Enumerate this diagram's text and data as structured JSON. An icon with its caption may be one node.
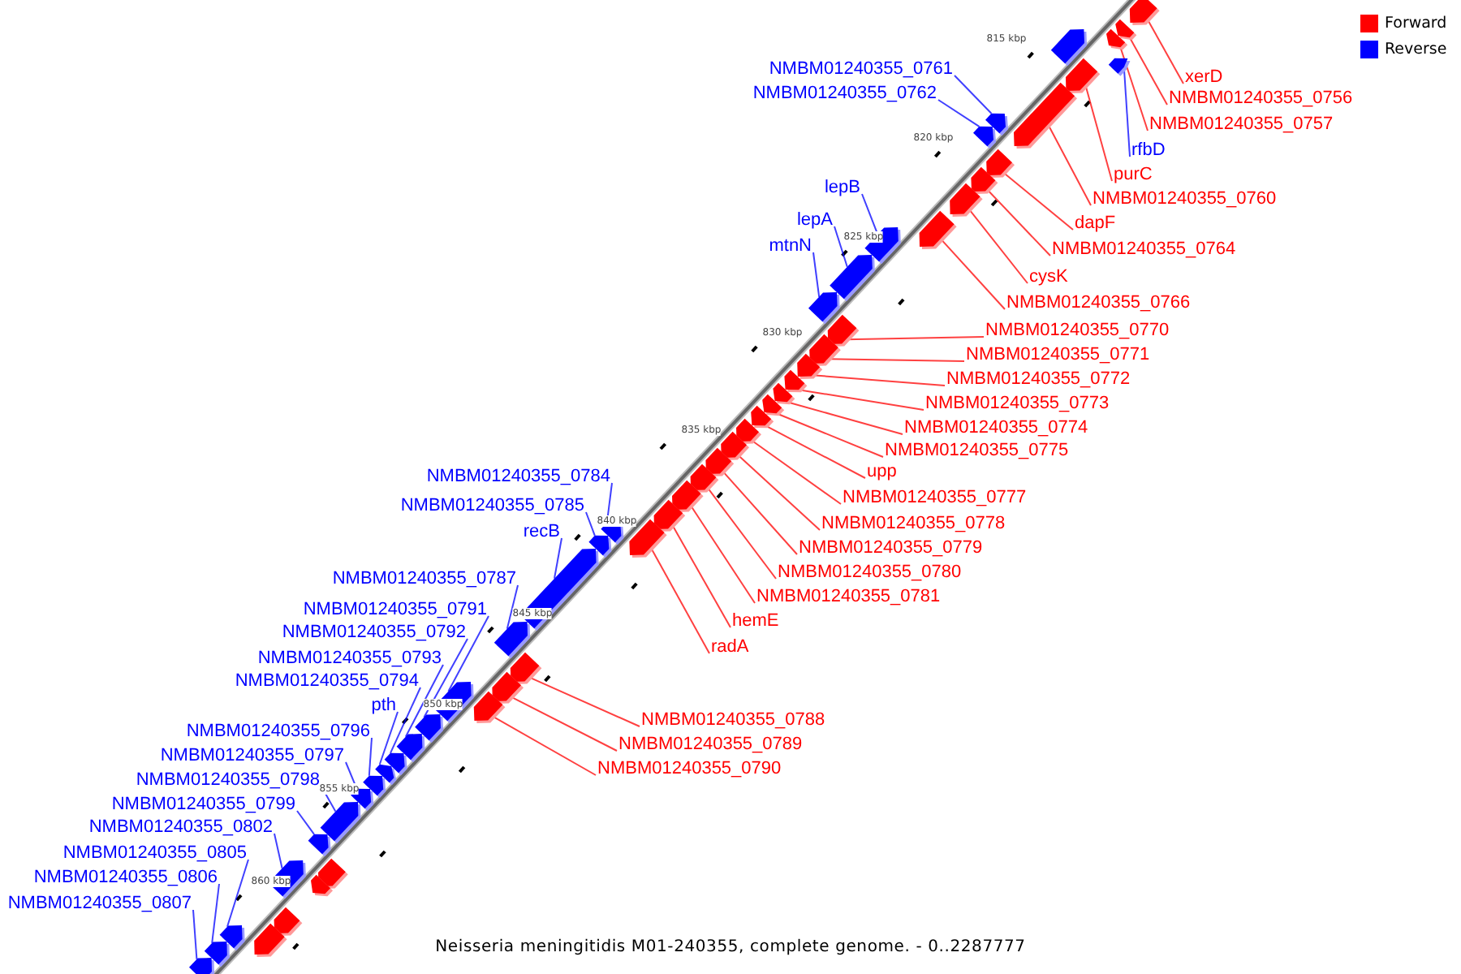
{
  "diagram": {
    "caption": "Neisseria meningitidis M01-240355, complete genome. - 0..2287777",
    "nodes": [
      {
        "text": [
          "NMBM01240355_0761"
        ]
      },
      {
        "text": [
          "xerD"
        ]
      },
      {
        "text": [
          "NMBM01240355_0762"
        ]
      },
      {
        "text": [
          "NMBM01240355_0756"
        ]
      },
      {
        "text": [
          "NMBM01240355_0757"
        ]
      },
      {
        "text": [
          "rfbD"
        ]
      },
      {
        "text": [
          "purC"
        ]
      },
      {
        "text": [
          "lepB"
        ]
      },
      {
        "text": [
          "NMBM01240355_0760"
        ]
      },
      {
        "text": [
          "lepA"
        ]
      },
      {
        "text": [
          "dapF"
        ]
      },
      {
        "text": [
          "mtnN"
        ]
      },
      {
        "text": [
          "NMBM01240355_0764"
        ]
      },
      {
        "text": [
          "cysK"
        ]
      },
      {
        "text": [
          "NMBM01240355_0766"
        ]
      },
      {
        "text": [
          "NMBM01240355_0770"
        ]
      },
      {
        "text": [
          "NMBM01240355_0771"
        ]
      },
      {
        "text": [
          "NMBM01240355_0772"
        ]
      },
      {
        "text": [
          "NMBM01240355_0773"
        ]
      },
      {
        "text": [
          "NMBM01240355_0774"
        ]
      },
      {
        "text": [
          "NMBM01240355_0775"
        ]
      },
      {
        "text": [
          "upp"
        ]
      },
      {
        "text": [
          "NMBM01240355_0784"
        ]
      },
      {
        "text": [
          "NMBM01240355_0777"
        ]
      },
      {
        "text": [
          "NMBM01240355_0785"
        ]
      },
      {
        "text": [
          "NMBM01240355_0778"
        ]
      },
      {
        "text": [
          "recB"
        ]
      },
      {
        "text": [
          "NMBM01240355_0779"
        ]
      },
      {
        "text": [
          "NMBM01240355_0780"
        ]
      },
      {
        "text": [
          "NMBM01240355_0787"
        ]
      },
      {
        "text": [
          "NMBM01240355_0781"
        ]
      },
      {
        "text": [
          "NMBM01240355_0791"
        ]
      },
      {
        "text": [
          "hemE"
        ]
      },
      {
        "text": [
          "NMBM01240355_0792"
        ]
      },
      {
        "text": [
          "radA"
        ]
      },
      {
        "text": [
          "NMBM01240355_0793"
        ]
      },
      {
        "text": [
          "NMBM01240355_0794"
        ]
      },
      {
        "text": [
          "pth"
        ]
      },
      {
        "text": [
          "NMBM01240355_0788"
        ]
      },
      {
        "text": [
          "NMBM01240355_0796"
        ]
      },
      {
        "text": [
          "NMBM01240355_0789"
        ]
      },
      {
        "text": [
          "NMBM01240355_0797"
        ]
      },
      {
        "text": [
          "NMBM01240355_0790"
        ]
      },
      {
        "text": [
          "NMBM01240355_0798"
        ]
      },
      {
        "text": [
          "NMBM01240355_0799"
        ]
      },
      {
        "text": [
          "NMBM01240355_0802"
        ]
      },
      {
        "text": [
          "NMBM01240355_0805"
        ]
      },
      {
        "text": [
          "NMBM01240355_0806"
        ]
      },
      {
        "text": [
          "NMBM01240355_0807"
        ]
      },
      {
        "text": [],
        "shape": "arrow"
      },
      {
        "text": [],
        "shape": "arrow"
      },
      {
        "text": [],
        "shape": "arrow"
      },
      {
        "text": [],
        "shape": "arrow"
      },
      {
        "text": [],
        "shape": "arrow"
      },
      {
        "text": [],
        "shape": "arrow"
      },
      {
        "text": [],
        "shape": "arrow"
      },
      {
        "text": [],
        "shape": "arrow"
      },
      {
        "text": [],
        "shape": "arrow"
      },
      {
        "text": [],
        "shape": "arrow"
      },
      {
        "text": [],
        "shape": "arrow"
      },
      {
        "text": [],
        "shape": "arrow"
      },
      {
        "text": [],
        "shape": "arrow"
      },
      {
        "text": [],
        "shape": "arrow"
      },
      {
        "text": [],
        "shape": "arrow"
      },
      {
        "text": [],
        "shape": "arrow"
      },
      {
        "text": [],
        "shape": "arrow"
      },
      {
        "text": [],
        "shape": "arrow"
      },
      {
        "text": [],
        "shape": "arrow"
      },
      {
        "text": [],
        "shape": "arrow"
      },
      {
        "text": [],
        "shape": "arrow"
      },
      {
        "text": [],
        "shape": "arrow"
      },
      {
        "text": [],
        "shape": "arrow"
      },
      {
        "text": [],
        "shape": "arrow"
      },
      {
        "text": [],
        "shape": "arrow"
      },
      {
        "text": [],
        "shape": "arrow"
      },
      {
        "text": [],
        "shape": "arrow"
      },
      {
        "text": [],
        "shape": "arrow"
      },
      {
        "text": [],
        "shape": "arrow"
      },
      {
        "text": [],
        "shape": "arrow"
      },
      {
        "text": [],
        "shape": "arrow"
      },
      {
        "text": [],
        "shape": "arrow"
      },
      {
        "text": [],
        "shape": "arrow"
      },
      {
        "text": [],
        "shape": "arrow"
      },
      {
        "text": [],
        "shape": "arrow"
      },
      {
        "text": [],
        "shape": "arrow"
      },
      {
        "text": [],
        "shape": "arrow"
      },
      {
        "text": [],
        "shape": "arrow"
      },
      {
        "text": [],
        "shape": "arrow"
      },
      {
        "text": [],
        "shape": "arrow"
      },
      {
        "text": [],
        "shape": "arrow"
      },
      {
        "text": [],
        "shape": "arrow"
      },
      {
        "text": [],
        "shape": "arrow"
      },
      {
        "text": [],
        "shape": "arrow"
      },
      {
        "text": [],
        "shape": "arrow"
      },
      {
        "text": [],
        "shape": "arrow"
      },
      {
        "text": [],
        "shape": "arrow"
      },
      {
        "text": [],
        "shape": "arrow"
      },
      {
        "text": [],
        "shape": "arrow"
      },
      {
        "text": [],
        "shape": "arrow"
      },
      {
        "text": [],
        "shape": "arrow"
      },
      {
        "text": [],
        "shape": "arrow"
      },
      {
        "text": [],
        "shape": "arrow"
      },
      {
        "text": [],
        "shape": "arrow"
      }
    ],
    "edges": [
      {
        "from": 0,
        "to": 49,
        "arrow": "none",
        "color": "#0000ff"
      },
      {
        "from": 1,
        "to": 50,
        "arrow": "none"
      },
      {
        "from": 2,
        "to": 51,
        "arrow": "none",
        "color": "#0000ff"
      },
      {
        "from": 3,
        "to": 52,
        "arrow": "none"
      },
      {
        "from": 4,
        "to": 53,
        "arrow": "none"
      },
      {
        "from": 5,
        "to": 54,
        "arrow": "none",
        "color": "#0000ff"
      },
      {
        "from": 6,
        "to": 55,
        "arrow": "none"
      },
      {
        "from": 7,
        "to": 56,
        "arrow": "none",
        "color": "#0000ff"
      },
      {
        "from": 8,
        "to": 57,
        "arrow": "none"
      },
      {
        "from": 9,
        "to": 58,
        "arrow": "none",
        "color": "#0000ff"
      },
      {
        "from": 10,
        "to": 59,
        "arrow": "none"
      },
      {
        "from": 11,
        "to": 60,
        "arrow": "none",
        "color": "#0000ff"
      },
      {
        "from": 12,
        "to": 61,
        "arrow": "none"
      },
      {
        "from": 13,
        "to": 62,
        "arrow": "none"
      },
      {
        "from": 14,
        "to": 63,
        "arrow": "none"
      },
      {
        "from": 15,
        "to": 64,
        "arrow": "none"
      },
      {
        "from": 16,
        "to": 65,
        "arrow": "none"
      },
      {
        "from": 17,
        "to": 66,
        "arrow": "none"
      },
      {
        "from": 18,
        "to": 67,
        "arrow": "none"
      },
      {
        "from": 19,
        "to": 68,
        "arrow": "none"
      },
      {
        "from": 20,
        "to": 69,
        "arrow": "none"
      },
      {
        "from": 21,
        "to": 70,
        "arrow": "none"
      },
      {
        "from": 22,
        "to": 71,
        "arrow": "none",
        "color": "#0000ff"
      },
      {
        "from": 23,
        "to": 72,
        "arrow": "none"
      },
      {
        "from": 24,
        "to": 73,
        "arrow": "none",
        "color": "#0000ff"
      },
      {
        "from": 25,
        "to": 74,
        "arrow": "none"
      },
      {
        "from": 26,
        "to": 75,
        "arrow": "none",
        "color": "#0000ff"
      },
      {
        "from": 27,
        "to": 76,
        "arrow": "none"
      },
      {
        "from": 28,
        "to": 77,
        "arrow": "none"
      },
      {
        "from": 29,
        "to": 78,
        "arrow": "none",
        "color": "#0000ff"
      },
      {
        "from": 30,
        "to": 79,
        "arrow": "none"
      },
      {
        "from": 31,
        "to": 80,
        "arrow": "none",
        "color": "#0000ff"
      },
      {
        "from": 32,
        "to": 81,
        "arrow": "none"
      },
      {
        "from": 33,
        "to": 82,
        "arrow": "none",
        "color": "#0000ff"
      },
      {
        "from": 34,
        "to": 83,
        "arrow": "none"
      },
      {
        "from": 35,
        "to": 84,
        "arrow": "none",
        "color": "#0000ff"
      },
      {
        "from": 36,
        "to": 85,
        "arrow": "none",
        "color": "#0000ff"
      },
      {
        "from": 37,
        "to": 86,
        "arrow": "none",
        "color": "#0000ff"
      },
      {
        "from": 38,
        "to": 87,
        "arrow": "none"
      },
      {
        "from": 39,
        "to": 88,
        "arrow": "none",
        "color": "#0000ff"
      },
      {
        "from": 40,
        "to": 89,
        "arrow": "none"
      },
      {
        "from": 41,
        "to": 90,
        "arrow": "none",
        "color": "#0000ff"
      },
      {
        "from": 42,
        "to": 91,
        "arrow": "none"
      },
      {
        "from": 43,
        "to": 92,
        "arrow": "none",
        "color": "#0000ff"
      },
      {
        "from": 44,
        "to": 93,
        "arrow": "none",
        "color": "#0000ff"
      },
      {
        "from": 45,
        "to": 94,
        "arrow": "none",
        "color": "#0000ff"
      },
      {
        "from": 46,
        "to": 95,
        "arrow": "none",
        "color": "#0000ff"
      },
      {
        "from": 47,
        "to": 96,
        "arrow": "none",
        "color": "#0000ff"
      },
      {
        "from": 48,
        "to": 97,
        "arrow": "none",
        "color": "#0000ff"
      }
    ],
    "labels": [
      "815 kbp",
      "820 kbp",
      "825 kbp",
      "830 kbp",
      "835 kbp",
      "840 kbp",
      "845 kbp",
      "850 kbp",
      "855 kbp",
      "860 kbp"
    ],
    "legend": [
      {
        "text": "Forward",
        "color": "#ff0000"
      },
      {
        "text": "Reverse",
        "color": "#0000ff"
      }
    ]
  }
}
